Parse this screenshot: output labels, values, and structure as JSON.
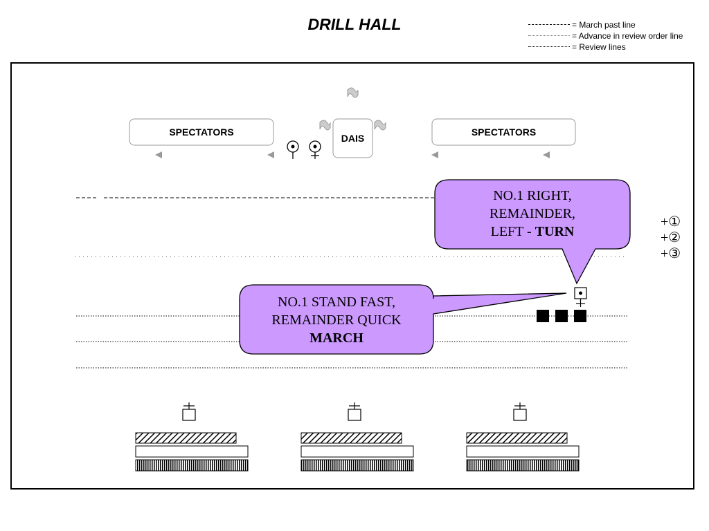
{
  "title": "DRILL HALL",
  "legend": [
    {
      "style": "dashed",
      "label": "= March past line"
    },
    {
      "style": "sparse-dotted",
      "label": "= Advance in review order line"
    },
    {
      "style": "dotted",
      "label": "= Review lines"
    }
  ],
  "spectators": [
    "SPECTATORS",
    "SPECTATORS"
  ],
  "dais": "DAIS",
  "callout_turn": {
    "line1": "NO.1 RIGHT,",
    "line2": "REMAINDER,",
    "line3_prefix": "LEFT - ",
    "line3_bold": "TURN"
  },
  "callout_march": {
    "line1": "NO.1 STAND FAST,",
    "line2": "REMAINDER QUICK",
    "line3_bold": "MARCH"
  },
  "ranks": [
    "+①",
    "+②",
    "+③"
  ],
  "colors": {
    "callout_fill": "#cc99ff",
    "flag_fill": "#cccccc",
    "marker_gray": "#999999"
  },
  "icons": {
    "flag": "flag-icon",
    "reviewing_officer": "reviewing-officer-icon",
    "soldier": "soldier-icon",
    "arrow": "triangle-left-icon"
  }
}
